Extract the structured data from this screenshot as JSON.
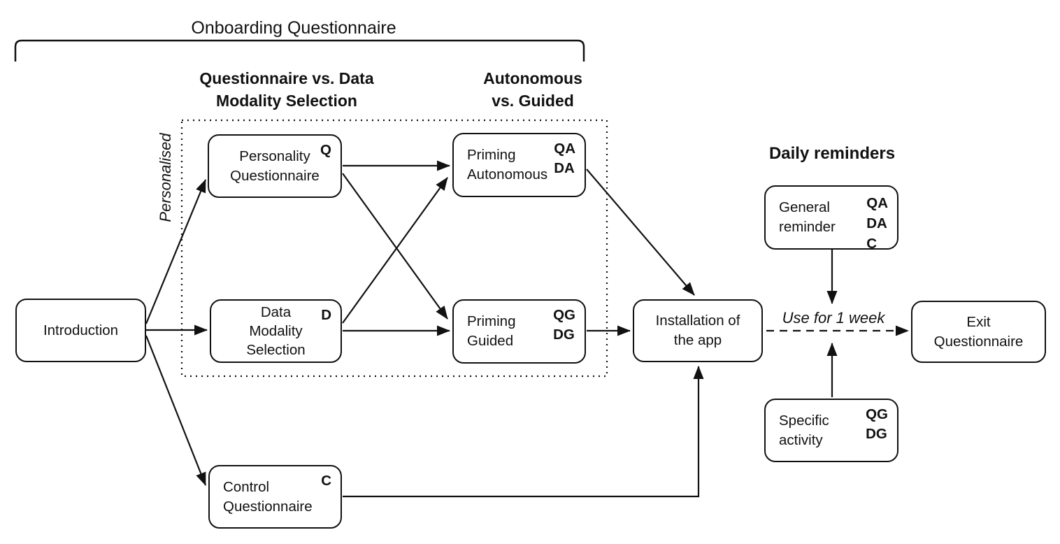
{
  "colors": {
    "ink": "#111111",
    "background": "#ffffff"
  },
  "title": "Onboarding Questionnaire",
  "section_headers": {
    "questionnaire_vs_data": [
      "Questionnaire vs. Data",
      "Modality Selection"
    ],
    "autonomous_vs_guided": [
      "Autonomous",
      "vs. Guided"
    ],
    "daily_reminders": "Daily reminders",
    "personalised": "Personalised"
  },
  "nodes": {
    "introduction": {
      "lines": [
        "Introduction"
      ],
      "tags": []
    },
    "personality_questionnaire": {
      "lines": [
        "Personality",
        "Questionnaire"
      ],
      "tags": [
        "Q"
      ]
    },
    "data_modality_selection": {
      "lines": [
        "Data",
        "Modality",
        "Selection"
      ],
      "tags": [
        "D"
      ]
    },
    "priming_autonomous": {
      "lines": [
        "Priming",
        "Autonomous"
      ],
      "tags": [
        "QA",
        "DA"
      ]
    },
    "priming_guided": {
      "lines": [
        "Priming",
        "Guided"
      ],
      "tags": [
        "QG",
        "DG"
      ]
    },
    "control_questionnaire": {
      "lines": [
        "Control",
        "Questionnaire"
      ],
      "tags": [
        "C"
      ]
    },
    "installation": {
      "lines": [
        "Installation of",
        "the app"
      ],
      "tags": []
    },
    "exit_questionnaire": {
      "lines": [
        "Exit",
        "Questionnaire"
      ],
      "tags": []
    },
    "general_reminder": {
      "lines": [
        "General",
        "reminder"
      ],
      "tags": [
        "QA",
        "DA",
        "C"
      ]
    },
    "specific_activity": {
      "lines": [
        "Specific",
        "activity"
      ],
      "tags": [
        "QG",
        "DG"
      ]
    }
  },
  "edge_labels": {
    "use_for_1_week": "Use for 1 week"
  }
}
